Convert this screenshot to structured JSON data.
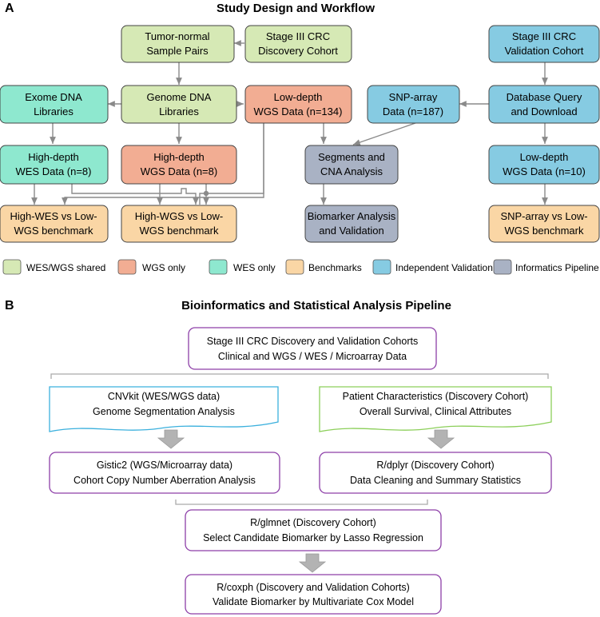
{
  "panel_a": {
    "letter": "A",
    "title": "Study Design and Workflow",
    "nodes": {
      "tumor_pairs": [
        "Tumor-normal",
        "Sample Pairs"
      ],
      "discovery": [
        "Stage III CRC",
        "Discovery Cohort"
      ],
      "validation": [
        "Stage III CRC",
        "Validation Cohort"
      ],
      "exome": [
        "Exome DNA",
        "Libraries"
      ],
      "genome": [
        "Genome DNA",
        "Libraries"
      ],
      "lowwgs134": [
        "Low-depth",
        "WGS Data (n=134)"
      ],
      "snp": [
        "SNP-array",
        "Data (n=187)"
      ],
      "dbquery": [
        "Database Query",
        "and Download"
      ],
      "hdwes": [
        "High-depth",
        "WES Data (n=8)"
      ],
      "hdwgs": [
        "High-depth",
        "WGS Data (n=8)"
      ],
      "segments": [
        "Segments and",
        "CNA Analysis"
      ],
      "lowwgs10": [
        "Low-depth",
        "WGS Data (n=10)"
      ],
      "bench_wes": [
        "High-WES vs Low-",
        "WGS benchmark"
      ],
      "bench_wgs": [
        "High-WGS vs Low-",
        "WGS benchmark"
      ],
      "biomarker": [
        "Biomarker Analysis",
        "and Validation"
      ],
      "bench_snp": [
        "SNP-array vs Low-",
        "WGS benchmark"
      ]
    },
    "legend": [
      {
        "label": "WES/WGS shared",
        "color": "#d6e9b5"
      },
      {
        "label": "WGS only",
        "color": "#f2ad93"
      },
      {
        "label": "WES only",
        "color": "#8ee8cf"
      },
      {
        "label": "Benchmarks",
        "color": "#fad6a5"
      },
      {
        "label": "Independent Validation",
        "color": "#86cbe2"
      },
      {
        "label": "Informatics Pipeline",
        "color": "#a9b2c4"
      }
    ]
  },
  "panel_b": {
    "letter": "B",
    "title": "Bioinformatics and Statistical Analysis Pipeline",
    "boxes": {
      "top": [
        "Stage III CRC Discovery and Validation Cohorts",
        "Clinical and WGS / WES / Microarray Data"
      ],
      "cnvkit": [
        "CNVkit (WES/WGS data)",
        "Genome Segmentation Analysis"
      ],
      "patient": [
        "Patient Characteristics (Discovery Cohort)",
        "Overall Survival, Clinical Attributes"
      ],
      "gistic": [
        "Gistic2 (WGS/Microarray data)",
        "Cohort Copy Number Aberration Analysis"
      ],
      "dplyr": [
        "R/dplyr (Discovery Cohort)",
        "Data Cleaning and Summary Statistics"
      ],
      "glmnet": [
        "R/glmnet (Discovery Cohort)",
        "Select Candidate Biomarker by Lasso Regression"
      ],
      "coxph": [
        "R/coxph (Discovery and Validation Cohorts)",
        "Validate Biomarker by Multivariate Cox Model"
      ]
    }
  },
  "colors": {
    "shared": "#d6e9b5",
    "wgs_only": "#f2ad93",
    "wes_only": "#8ee8cf",
    "benchmark": "#fad6a5",
    "validation": "#86cbe2",
    "informatics": "#a9b2c4",
    "pipeline_border": "#8d3fa8",
    "cnvkit_border": "#3bb0dd",
    "patient_border": "#8ccf5a",
    "arrow_gray": "#b3b3b3"
  }
}
